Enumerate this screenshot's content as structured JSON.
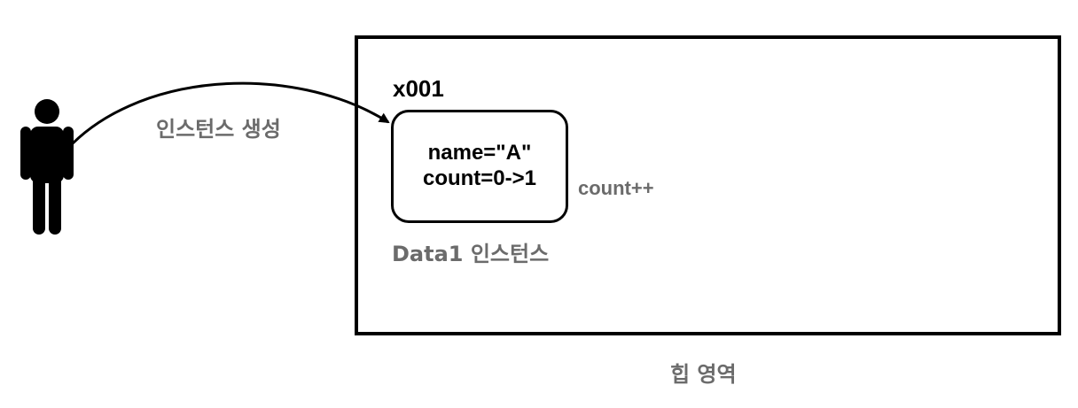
{
  "diagram": {
    "address": "x001",
    "create_arrow_label": "인스턴스 생성",
    "instance": {
      "field_name": "name=\"A\"",
      "field_count": "count=0->1",
      "caption": "Data1 인스턴스"
    },
    "count_op_label": "count++",
    "heap_caption": "힙 영역"
  },
  "colors": {
    "stroke": "#000000",
    "label_gray": "#6b6b6b"
  },
  "icons": {
    "actor": "person-icon"
  }
}
